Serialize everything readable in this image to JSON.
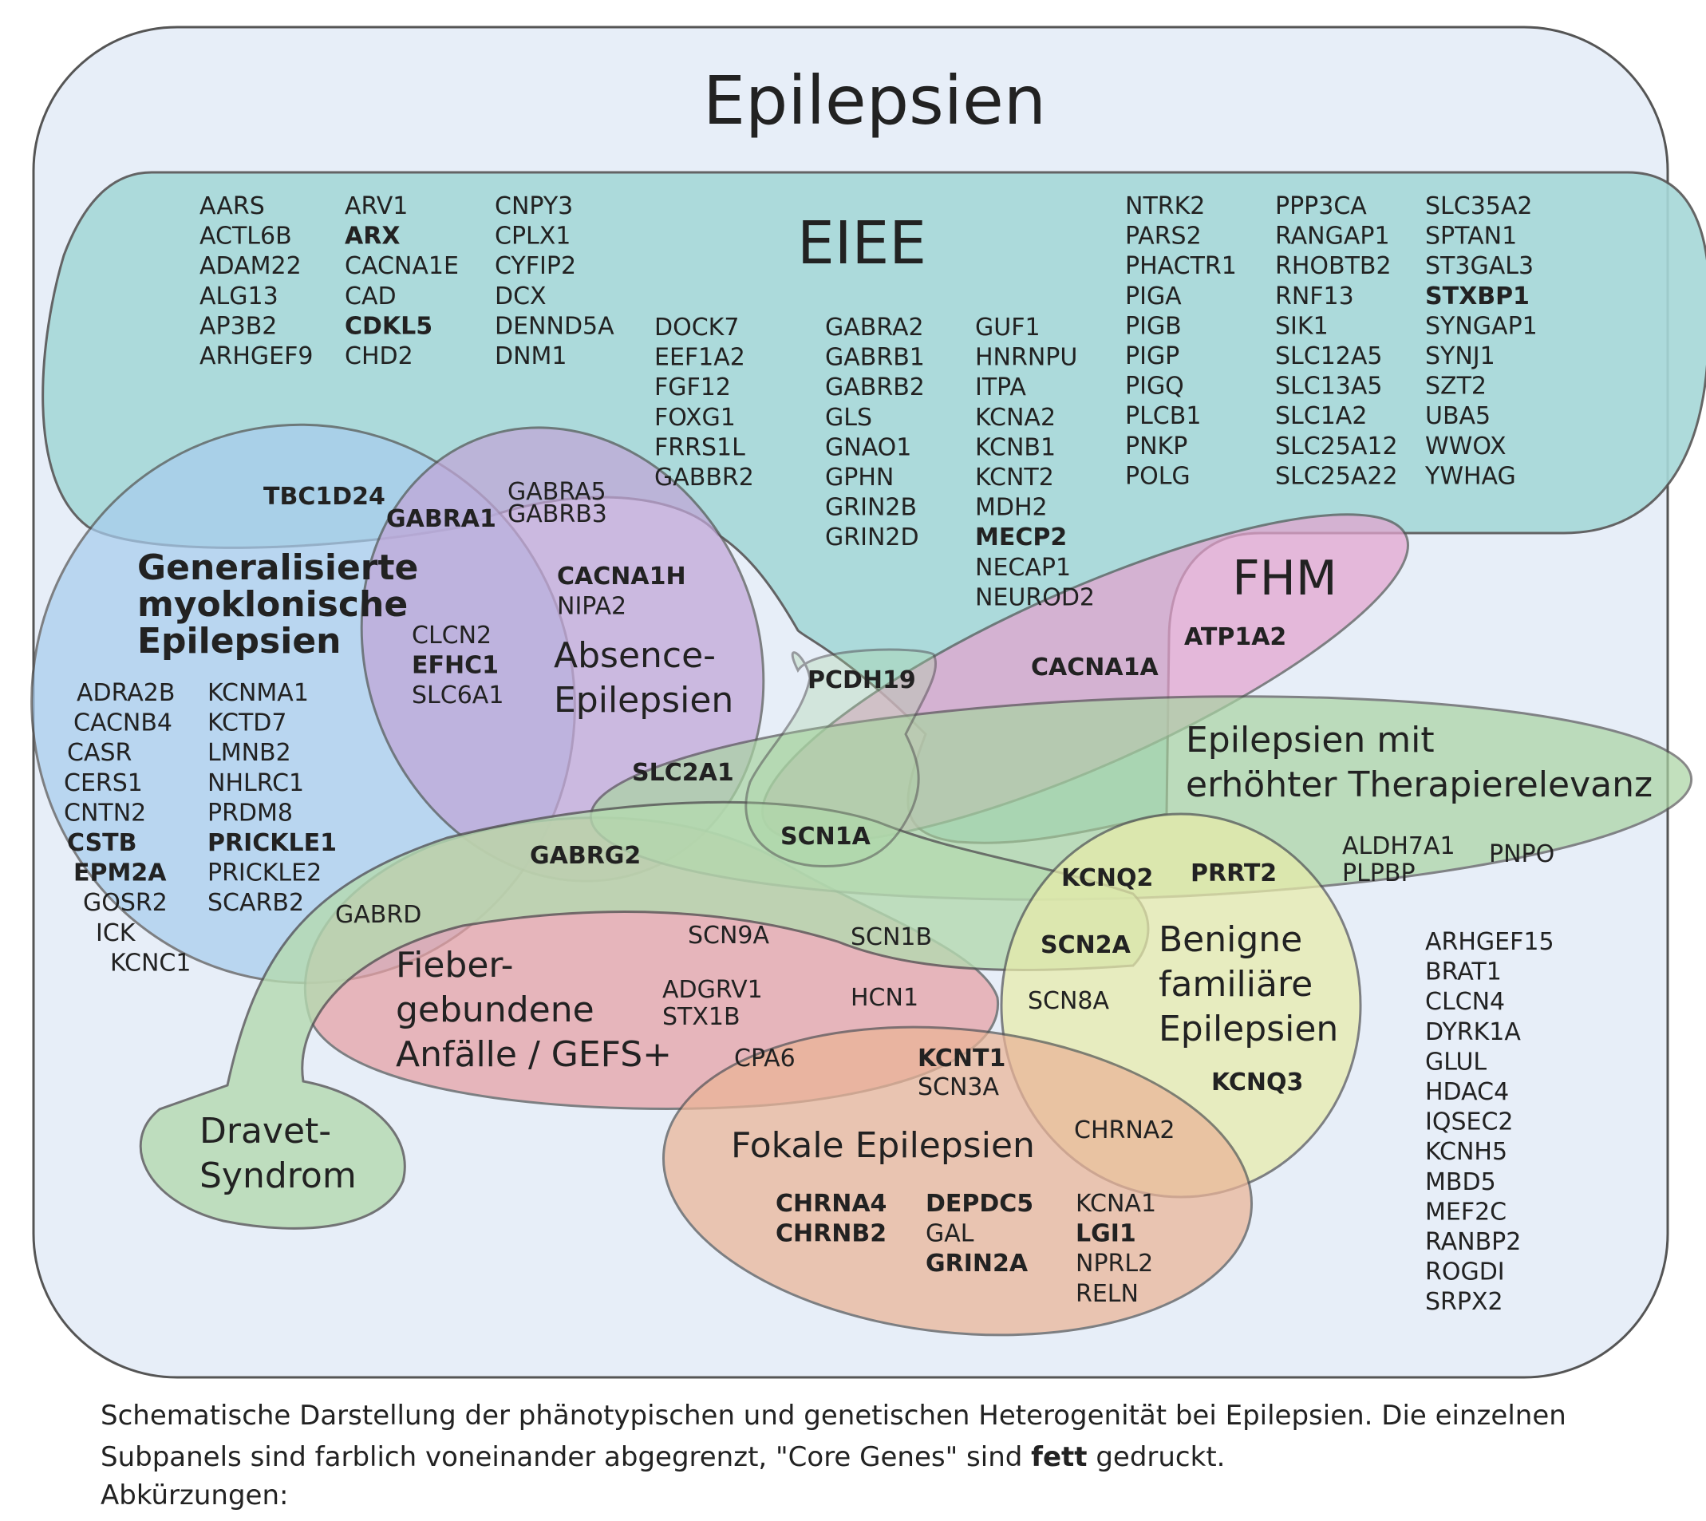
{
  "title": "Epilepsien",
  "colors": {
    "outer": "#e7eef8",
    "eiee": "#a6d8d8",
    "generalized": "#a8cdee",
    "absence": "#c1a6d8",
    "fhm": "#e4a4cf",
    "therapy": "#a9d3a2",
    "dravet": "#b5dab0",
    "febrile": "#e6a0a4",
    "benign": "#e8ecaa",
    "focal": "#ebb497"
  },
  "regions": {
    "eiee": "EIEE",
    "fhm": "FHM",
    "generalized": [
      "Generalisierte",
      "myoklonische",
      "Epilepsien"
    ],
    "absence": [
      "Absence-",
      "Epilepsien"
    ],
    "therapy": [
      "Epilepsien mit",
      "erhöhter Therapierelevanz"
    ],
    "benign": [
      "Benigne",
      "familiäre",
      "Epilepsien"
    ],
    "febrile": [
      "Fieber-",
      "gebundene",
      "Anfälle / GEFS+"
    ],
    "dravet": [
      "Dravet-",
      "Syndrom"
    ],
    "focal": "Fokale Epilepsien"
  },
  "genes": {
    "eiee_col1": [
      "AARS",
      "ACTL6B",
      "ADAM22",
      "ALG13",
      "AP3B2",
      "ARHGEF9"
    ],
    "eiee_col2": [
      "ARV1",
      "ARX",
      "CACNA1E",
      "CAD",
      "CDKL5",
      "CHD2"
    ],
    "eiee_col3": [
      "CNPY3",
      "CPLX1",
      "CYFIP2",
      "DCX",
      "DENND5A",
      "DNM1"
    ],
    "eiee_col4": [
      "DOCK7",
      "EEF1A2",
      "FGF12",
      "FOXG1",
      "FRRS1L",
      "GABBR2"
    ],
    "eiee_col5": [
      "GABRA2",
      "GABRB1",
      "GABRB2",
      "GLS",
      "GNAO1",
      "GPHN",
      "GRIN2B",
      "GRIN2D"
    ],
    "eiee_col6": [
      "GUF1",
      "HNRNPU",
      "ITPA",
      "KCNA2",
      "KCNB1",
      "KCNT2",
      "MDH2",
      "MECP2",
      "NECAP1",
      "NEUROD2"
    ],
    "eiee_col7": [
      "NTRK2",
      "PARS2",
      "PHACTR1",
      "PIGA",
      "PIGB",
      "PIGP",
      "PIGQ",
      "PLCB1",
      "PNKP",
      "POLG"
    ],
    "eiee_col8": [
      "PPP3CA",
      "RANGAP1",
      "RHOBTB2",
      "RNF13",
      "SIK1",
      "SLC12A5",
      "SLC13A5",
      "SLC1A2",
      "SLC25A12",
      "SLC25A22"
    ],
    "eiee_col9": [
      "SLC35A2",
      "SPTAN1",
      "ST3GAL3",
      "STXBP1",
      "SYNGAP1",
      "SYNJ1",
      "SZT2",
      "UBA5",
      "WWOX",
      "YWHAG"
    ],
    "tbc1d24": "TBC1D24",
    "gabra1": "GABRA1",
    "gabra5": "GABRA5",
    "gabrb3": "GABRB3",
    "cacna1h": "CACNA1H",
    "nipa2": "NIPA2",
    "clcn2": "CLCN2",
    "efhc1": "EFHC1",
    "slc6a1": "SLC6A1",
    "gen_col1": [
      "ADRA2B",
      "CACNB4",
      "CASR",
      "CERS1",
      "CNTN2",
      "CSTB",
      "EPM2A",
      "GOSR2",
      "ICK",
      "KCNC1"
    ],
    "gen_col2": [
      "KCNMA1",
      "KCTD7",
      "LMNB2",
      "NHLRC1",
      "PRDM8",
      "PRICKLE1",
      "PRICKLE2",
      "SCARB2"
    ],
    "gabrd": "GABRD",
    "pcdh19": "PCDH19",
    "slc2a1": "SLC2A1",
    "scn1a": "SCN1A",
    "gabrg2": "GABRG2",
    "cacna1a": "CACNA1A",
    "atp1a2": "ATP1A2",
    "kcnq2": "KCNQ2",
    "prrt2": "PRRT2",
    "aldh7a1": "ALDH7A1",
    "plpbp": "PLPBP",
    "pnpo": "PNPO",
    "scn9a": "SCN9A",
    "scn1b": "SCN1B",
    "scn2a": "SCN2A",
    "adgrv1": "ADGRV1",
    "stx1b": "STX1B",
    "hcn1": "HCN1",
    "scn8a": "SCN8A",
    "cpa6": "CPA6",
    "kcnt1": "KCNT1",
    "scn3a": "SCN3A",
    "kcnq3": "KCNQ3",
    "chrna2": "CHRNA2",
    "focal_col1": [
      "CHRNA4",
      "CHRNB2"
    ],
    "focal_col2": [
      "DEPDC5",
      "GAL",
      "GRIN2A"
    ],
    "focal_col3": [
      "KCNA1",
      "LGI1",
      "NPRL2",
      "RELN"
    ],
    "other": [
      "ARHGEF15",
      "BRAT1",
      "CLCN4",
      "DYRK1A",
      "GLUL",
      "HDAC4",
      "IQSEC2",
      "KCNH5",
      "MBD5",
      "MEF2C",
      "RANBP2",
      "ROGDI",
      "SRPX2"
    ]
  },
  "core_genes": [
    "ARX",
    "CDKL5",
    "STXBP1",
    "MECP2",
    "TBC1D24",
    "GABRA1",
    "CACNA1H",
    "EFHC1",
    "CSTB",
    "EPM2A",
    "PRICKLE1",
    "PCDH19",
    "SLC2A1",
    "SCN1A",
    "GABRG2",
    "CACNA1A",
    "ATP1A2",
    "KCNQ2",
    "PRRT2",
    "SCN2A",
    "KCNT1",
    "KCNQ3",
    "CHRNA4",
    "CHRNB2",
    "DEPDC5",
    "GRIN2A",
    "LGI1"
  ],
  "caption": {
    "line1": "Schematische Darstellung der phänotypischen und genetischen Heterogenität bei Epilepsien. Die einzelnen",
    "line2_a": "Subpanels sind farblich voneinander abgegrenzt, \"Core Genes\" sind ",
    "line2_bold": "fett",
    "line2_b": " gedruckt.",
    "abbrev": "Abkürzungen:"
  }
}
